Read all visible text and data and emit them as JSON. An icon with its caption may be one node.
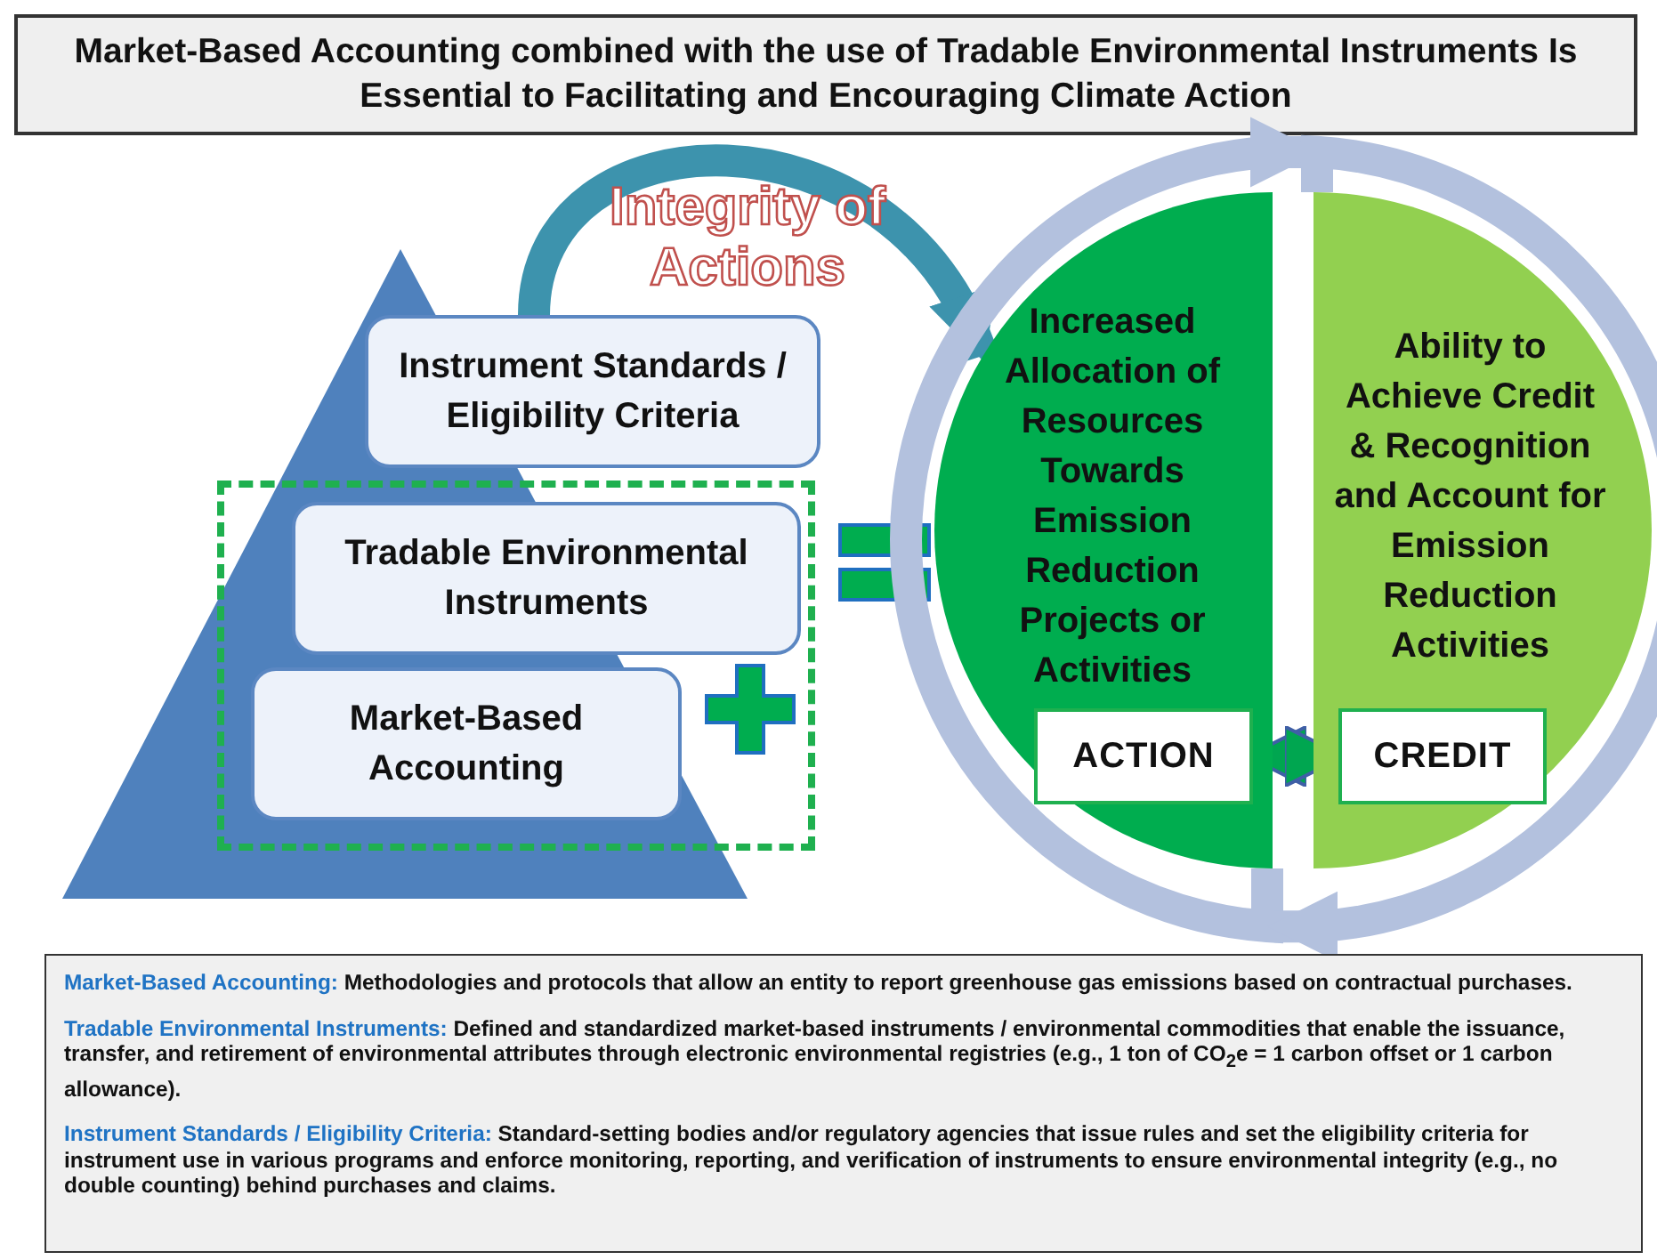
{
  "diagram": {
    "title": "Market-Based Accounting combined with the use of Tradable Environmental Instruments Is Essential to Facilitating and Encouraging Climate Action",
    "nodes": [
      {
        "text": [
          "Instrument Standards / Eligibility Criteria"
        ]
      },
      {
        "text": [],
        "shape": "box"
      },
      {
        "text": [
          "Tradable Environmental Instruments"
        ],
        "in": 1
      },
      {
        "text": [
          "Market-Based Accounting"
        ],
        "in": 1
      },
      {
        "text": [
          "Increased Allocation of Resources Towards Emission Reduction Projects or Activities"
        ]
      },
      {
        "text": [
          "ACTION"
        ],
        "in": 4
      },
      {
        "text": [
          "Ability to Achieve Credit & Recognition and Account for Emission Reduction Activities"
        ]
      },
      {
        "text": [
          "CREDIT"
        ],
        "in": 6
      },
      {
        "text": [
          "Market-Based Accounting:",
          "Methodologies and protocols that allow an entity to report greenhouse gas emissions based on contractual purchases.",
          "Tradable Environmental Instruments:",
          "Defined and standardized market-based instruments / environmental commodities that enable the issuance, transfer, and retirement of environmental attributes through electronic environmental registries (e.g., 1 ton of CO$_{2}$e = 1 carbon offset or 1 carbon allowance).",
          "Instrument Standards / Eligibility Criteria:",
          "Standard-setting bodies and/or regulatory agencies that issue rules and set the eligibility criteria for instrument use in various programs and enforce monitoring, reporting, and verification of instruments to ensure environmental integrity (e.g., no double counting) behind purchases and claims."
        ]
      }
    ],
    "edges": [
      {
        "from": 0,
        "to": 4,
        "arrow": "to",
        "label": "Integrity of Actions",
        "color": "#3d93ad"
      },
      {
        "from": 4,
        "to": 6,
        "arrow": "to"
      },
      {
        "from": 6,
        "to": 4,
        "arrow": "to"
      },
      {
        "from": 5,
        "to": 7,
        "arrow": "both",
        "color": "#00a650"
      }
    ]
  }
}
